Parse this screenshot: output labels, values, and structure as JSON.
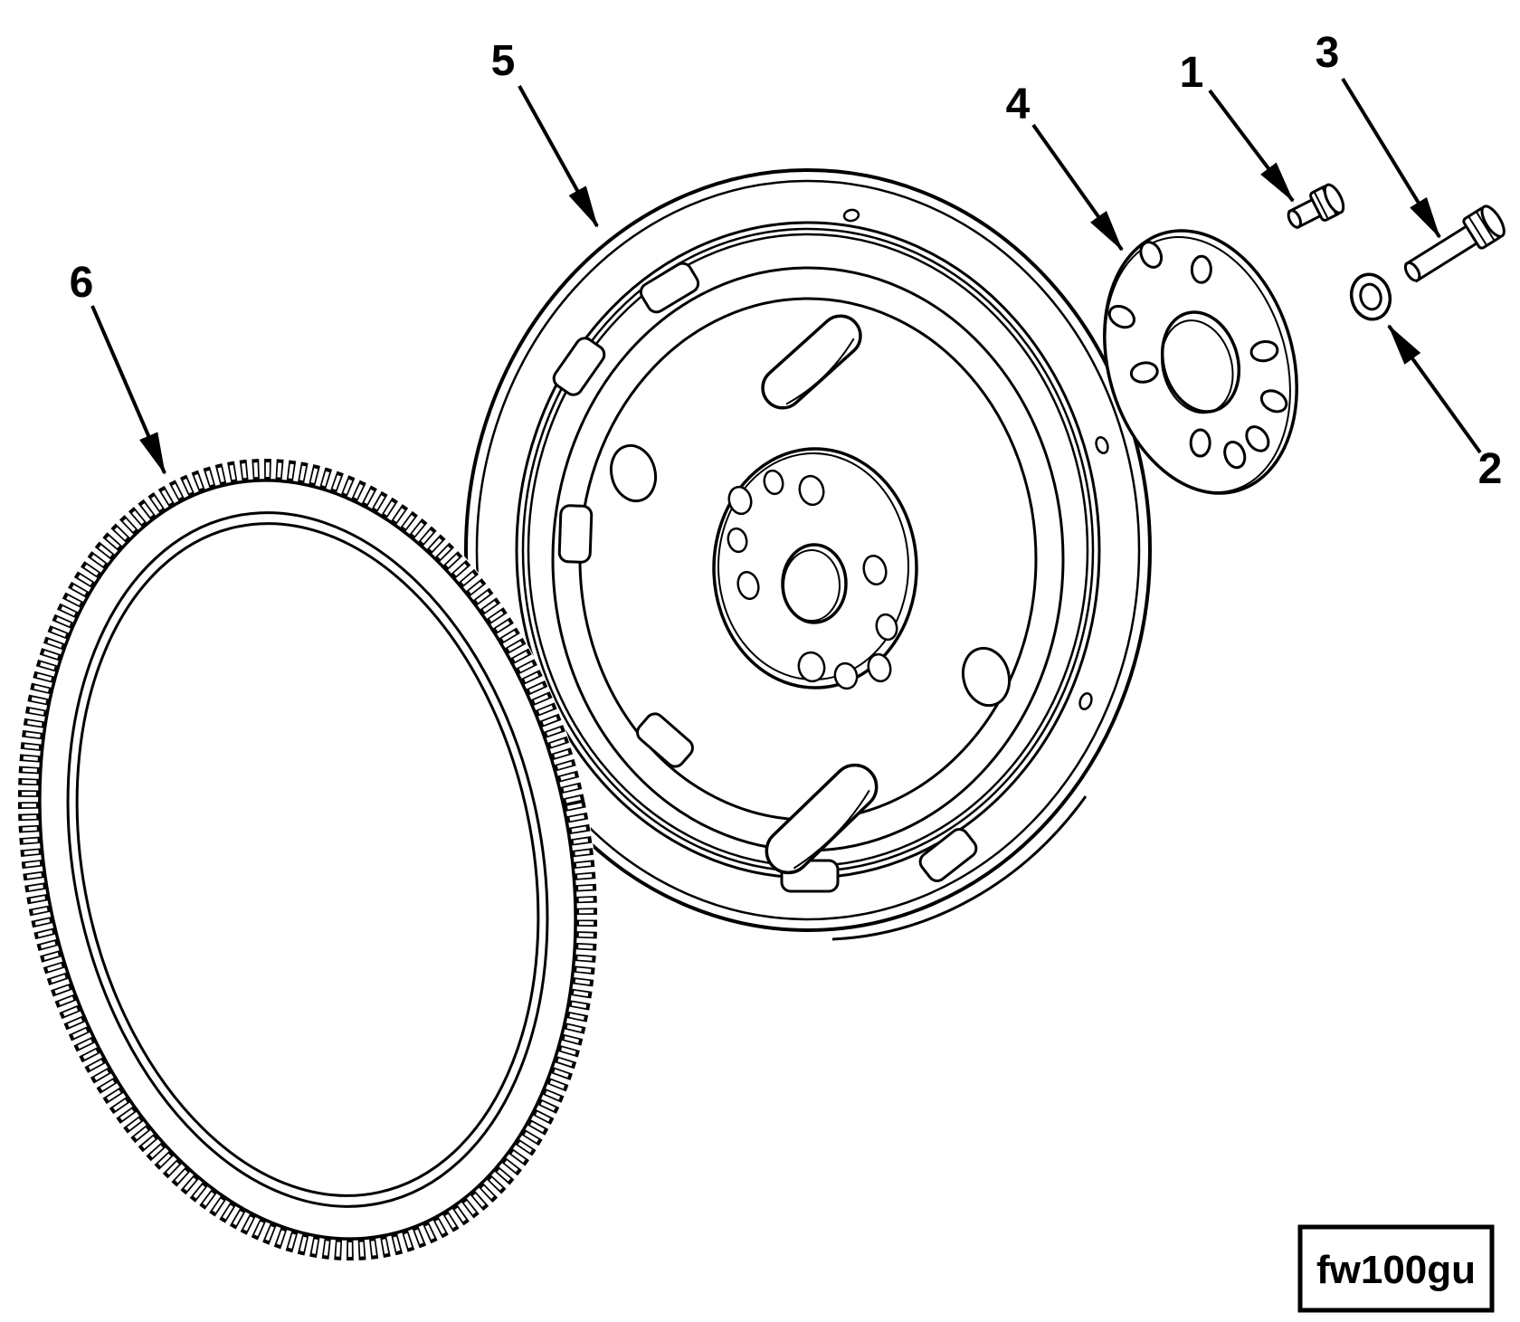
{
  "figure": {
    "code": "fw100gu"
  },
  "colors": {
    "ink": "#000000",
    "background": "#ffffff"
  },
  "callouts": [
    {
      "label": "1"
    },
    {
      "label": "2"
    },
    {
      "label": "3"
    },
    {
      "label": "4"
    },
    {
      "label": "5"
    },
    {
      "label": "6"
    }
  ]
}
